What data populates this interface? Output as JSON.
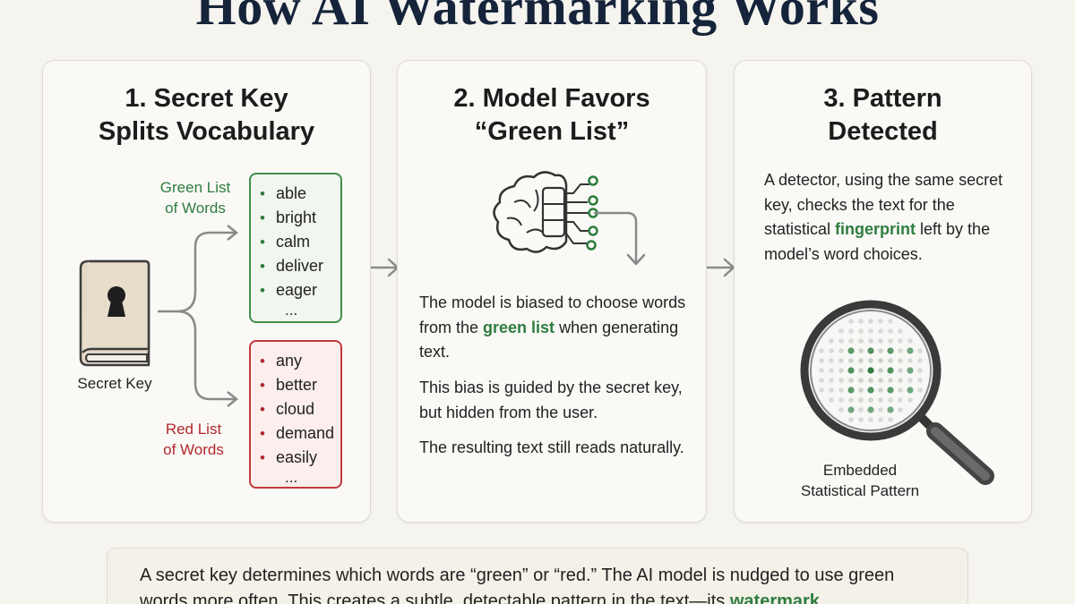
{
  "title": "How AI Watermarking Works",
  "steps": [
    {
      "title_line1": "1. Secret Key",
      "title_line2": "Splits Vocabulary",
      "key_label": "Secret Key",
      "green_label_line1": "Green List",
      "green_label_line2": "of Words",
      "green_words": [
        "able",
        "bright",
        "calm",
        "deliver",
        "eager"
      ],
      "red_label_line1": "Red List",
      "red_label_line2": "of Words",
      "red_words": [
        "any",
        "better",
        "cloud",
        "demand",
        "easily"
      ],
      "ellipsis": "..."
    },
    {
      "title_line1": "2. Model Favors",
      "title_line2": "“Green List”",
      "p1_before": "The model is biased to choose words from the ",
      "p1_highlight": "green list",
      "p1_after": "  when generating text.",
      "p2": "This bias is guided by the secret key, but hidden from the user.",
      "p3": "The resulting text still reads naturally."
    },
    {
      "title_line1": "3. Pattern",
      "title_line2": "Detected",
      "p1_before": "A detector, using the same secret key, checks the text for the statistical ",
      "p1_highlight": "fingerprint",
      "p1_after": " left by the model’s word choices.",
      "pattern_label_line1": "Embedded",
      "pattern_label_line2": "Statistical Pattern"
    }
  ],
  "summary": {
    "before": "A secret key determines which words are “green” or “red.” The AI model is nudged to use green words more often. This creates a subtle, detectable pattern in the text—its ",
    "highlight": "watermark",
    "after": "."
  },
  "icons": [
    "lock-book-icon",
    "brain-network-icon",
    "magnifying-glass-icon",
    "arrow-right-icon",
    "arrow-down-icon"
  ],
  "colors": {
    "green": "#2e7d3f",
    "red": "#b2282c",
    "title": "#15243a",
    "arrow": "#8a8a8a"
  }
}
